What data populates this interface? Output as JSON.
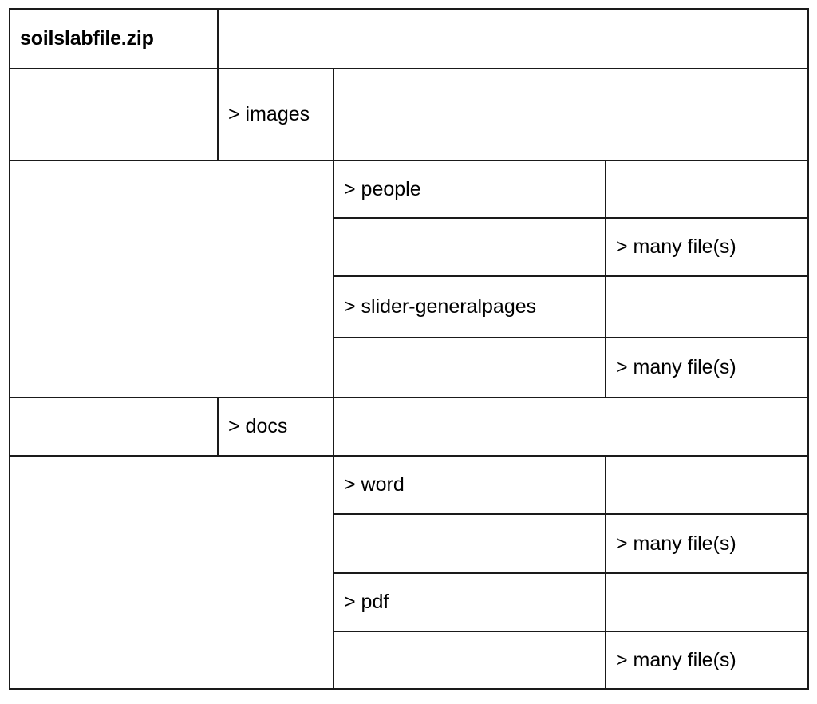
{
  "diagram": {
    "title": "soilslabfile.zip archive structure tree",
    "colors": {
      "archive_fill": "#fae3cc",
      "folder_fill": "#c8d5f0",
      "files_fill": "#dbe7d4",
      "blank_fill": "#ffffff",
      "border": "#1a1a1a",
      "text": "#000000"
    },
    "root": {
      "label": "soilslabfile.zip"
    },
    "nodes": {
      "images": "> images",
      "people": "> people",
      "people_files": "> many file(s)",
      "slider": "> slider-generalpages",
      "slider_files": "> many file(s)",
      "docs": "> docs",
      "word": "> word",
      "word_files": "> many file(s)",
      "pdf": "> pdf",
      "pdf_files": "> many file(s)"
    }
  }
}
